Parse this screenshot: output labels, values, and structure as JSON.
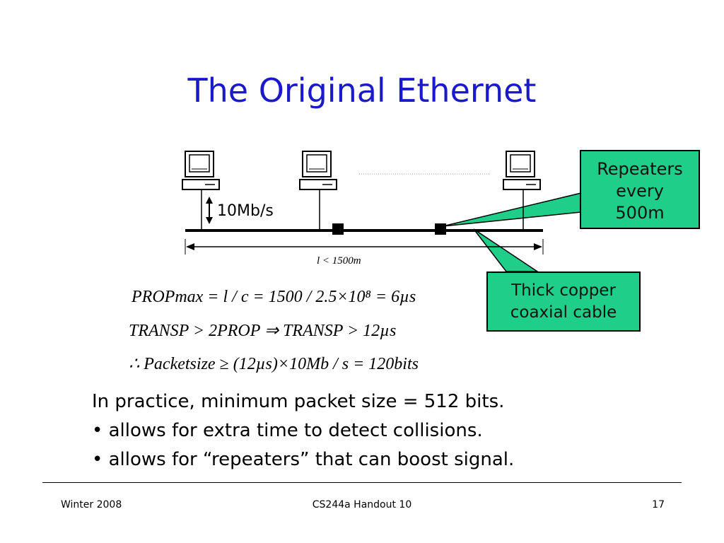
{
  "slide": {
    "title": "The Original Ethernet"
  },
  "diagram": {
    "callout_repeaters": [
      "Repeaters",
      "every",
      "500m"
    ],
    "callout_coax": [
      "Thick copper",
      "coaxial cable"
    ],
    "bandwidth_label": "10Mb/s",
    "length_label": "l < 1500m",
    "equations": [
      "PROPmax = l / c = 1500 / 2.5×10⁸ = 6µs",
      "TRANSP > 2PROP ⇒ TRANSP > 12µs",
      "∴ Packetsize ≥ (12µs)×10Mb / s = 120bits"
    ]
  },
  "body": {
    "lines": [
      "In practice, minimum packet size = 512 bits.",
      "• allows for extra time to detect collisions.",
      "• allows for “repeaters” that can boost signal."
    ]
  },
  "footer": {
    "left": "Winter 2008",
    "center": "CS244a Handout 10",
    "right": "17"
  },
  "colors": {
    "title": "#1a1acc",
    "callout_fill": "#1fce88"
  }
}
